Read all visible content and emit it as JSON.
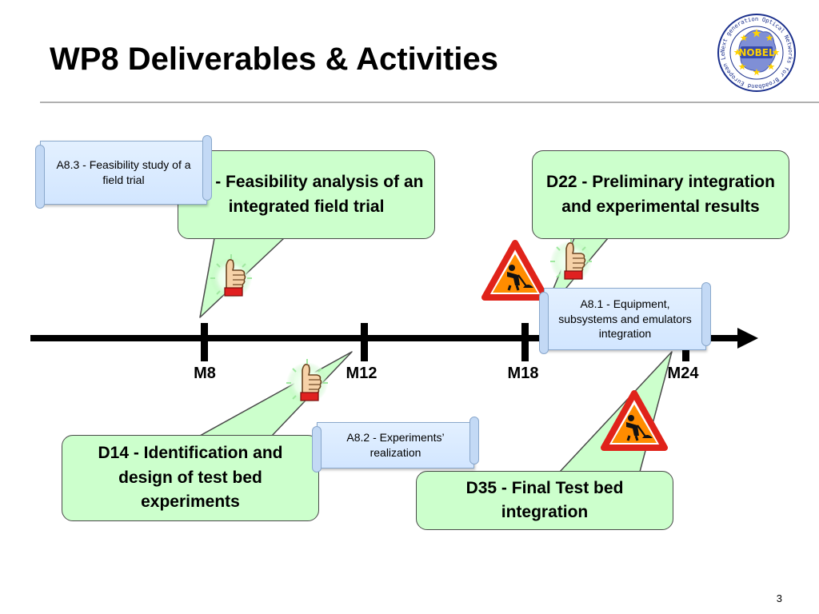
{
  "title": "WP8 Deliverables & Activities",
  "logo": {
    "center_text": "NOBEL",
    "ring_text": "Next generation Optical Networks for Broadband European Leadership",
    "colors": {
      "ring": "#1a2f8c",
      "map": "#7f8fd6",
      "stars": "#ffd200"
    }
  },
  "timeline": {
    "milestones": [
      {
        "label": "M8"
      },
      {
        "label": "M12"
      },
      {
        "label": "M18"
      },
      {
        "label": "M24"
      }
    ],
    "color": "#000000"
  },
  "deliverables": [
    {
      "id": "d7",
      "text": "D7 - Feasibility analysis of an integrated field trial"
    },
    {
      "id": "d22",
      "text": "D22 - Preliminary integration and experimental results"
    },
    {
      "id": "d14",
      "text": "D14 - Identification and design of test bed experiments"
    },
    {
      "id": "d35",
      "text": "D35 - Final Test bed integration"
    }
  ],
  "activities": [
    {
      "id": "a83",
      "text": "A8.3 - Feasibility study of a field trial"
    },
    {
      "id": "a81",
      "text": "A8.1 - Equipment, subsystems and emulators integration"
    },
    {
      "id": "a82",
      "text": "A8.2 - Experiments’ realization"
    }
  ],
  "icons": {
    "approval": "thumbs-up-icon",
    "in_progress": "road-works-sign-icon"
  },
  "colors": {
    "callout_fill": "#ccffcc",
    "scroll_fill": "#d2e6ff",
    "sign_red": "#e0231a",
    "sign_orange": "#ff8c00"
  },
  "page_number": "3"
}
